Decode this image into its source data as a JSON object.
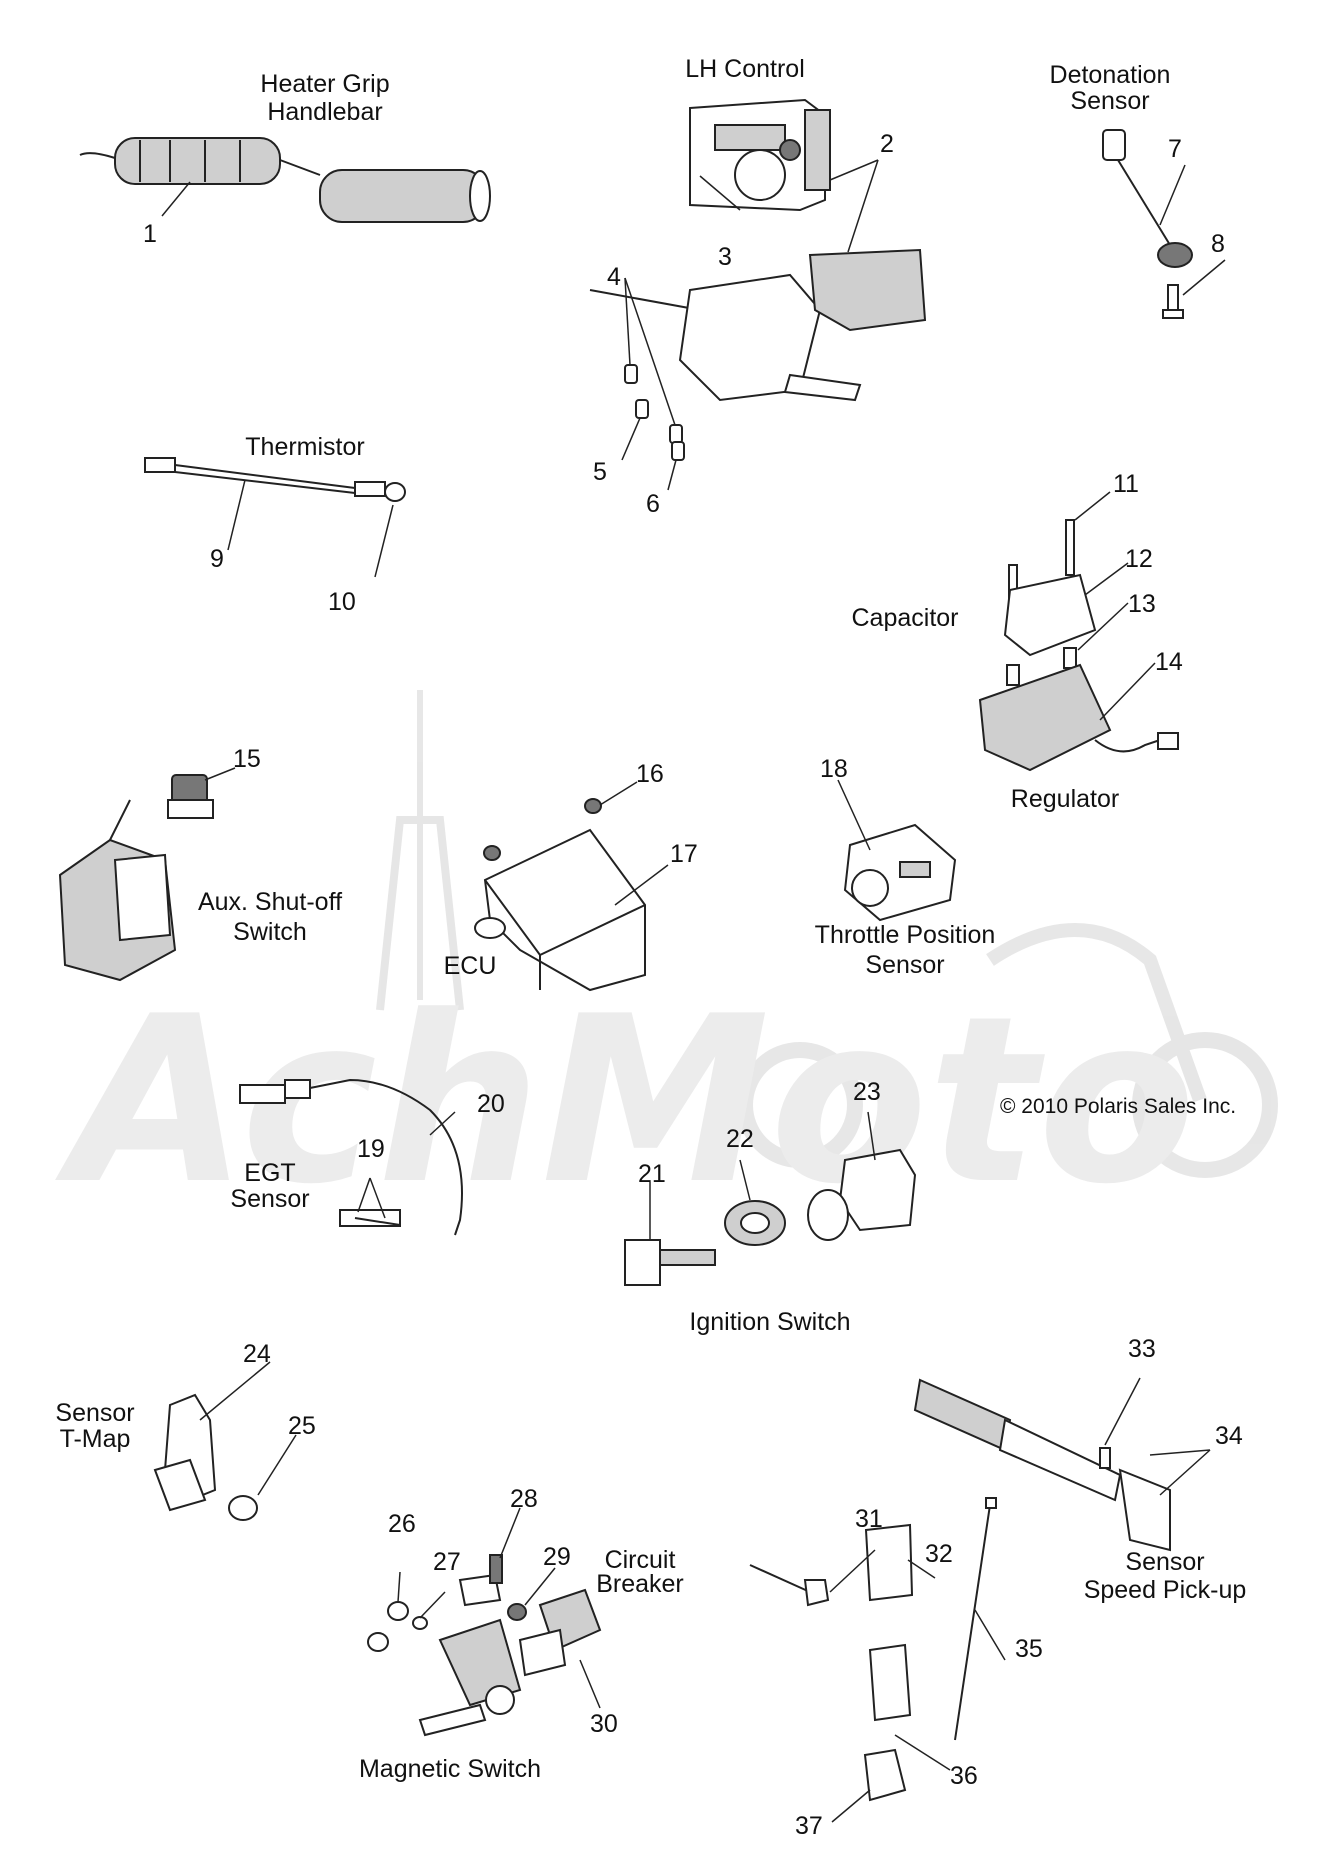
{
  "watermark": "AchMoto",
  "copyright": "© 2010 Polaris Sales Inc.",
  "groups": {
    "heater_grip": [
      "Heater Grip",
      "Handlebar"
    ],
    "lh_control": "LH Control",
    "detonation": [
      "Detonation",
      "Sensor"
    ],
    "thermistor": "Thermistor",
    "capacitor": "Capacitor",
    "regulator": "Regulator",
    "aux_shutoff": [
      "Aux. Shut-off",
      "Switch"
    ],
    "ecu": "ECU",
    "tps": [
      "Throttle Position",
      "Sensor"
    ],
    "egt": [
      "EGT",
      "Sensor"
    ],
    "ignition": "Ignition Switch",
    "tmap": [
      "Sensor",
      "T-Map"
    ],
    "circuit_breaker": [
      "Circuit",
      "Breaker"
    ],
    "magnetic_switch": "Magnetic Switch",
    "speed_pickup": [
      "Sensor",
      "Speed Pick-up"
    ]
  },
  "callouts": [
    "1",
    "2",
    "3",
    "4",
    "5",
    "6",
    "7",
    "8",
    "9",
    "10",
    "11",
    "12",
    "13",
    "14",
    "15",
    "16",
    "17",
    "18",
    "19",
    "20",
    "21",
    "22",
    "23",
    "24",
    "25",
    "26",
    "27",
    "28",
    "29",
    "30",
    "31",
    "32",
    "33",
    "34",
    "35",
    "36",
    "37"
  ]
}
